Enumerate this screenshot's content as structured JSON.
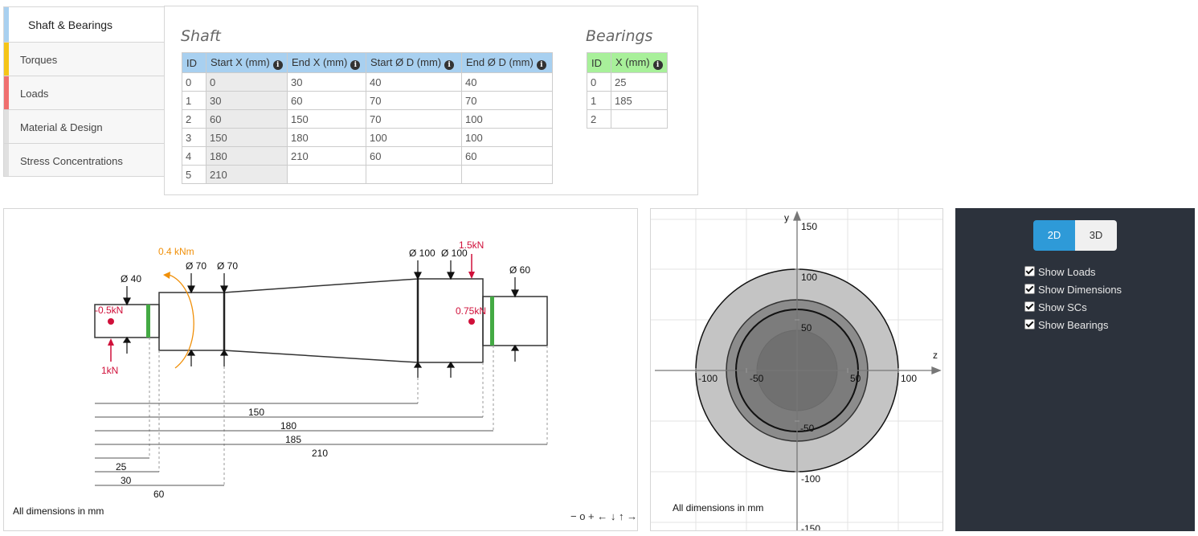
{
  "tabs": [
    {
      "label": "Shaft & Bearings",
      "color": "#a8d0f0",
      "active": true
    },
    {
      "label": "Torques",
      "color": "#f5c518",
      "active": false
    },
    {
      "label": "Loads",
      "color": "#f07070",
      "active": false
    },
    {
      "label": "Material & Design",
      "color": "#e0e0e0",
      "active": false
    },
    {
      "label": "Stress Concentrations",
      "color": "#e0e0e0",
      "active": false
    }
  ],
  "shaft": {
    "title": "Shaft",
    "headers": [
      "ID",
      "Start X (mm)",
      "End X (mm)",
      "Start Ø D (mm)",
      "End Ø D (mm)"
    ],
    "rows": [
      [
        "0",
        "0",
        "30",
        "40",
        "40"
      ],
      [
        "1",
        "30",
        "60",
        "70",
        "70"
      ],
      [
        "2",
        "60",
        "150",
        "70",
        "100"
      ],
      [
        "3",
        "150",
        "180",
        "100",
        "100"
      ],
      [
        "4",
        "180",
        "210",
        "60",
        "60"
      ],
      [
        "5",
        "210",
        "",
        "",
        ""
      ]
    ]
  },
  "bearings": {
    "title": "Bearings",
    "headers": [
      "ID",
      "X (mm)"
    ],
    "rows": [
      [
        "0",
        "25"
      ],
      [
        "1",
        "185"
      ],
      [
        "2",
        ""
      ]
    ]
  },
  "drawing": {
    "diameters": [
      "Ø 40",
      "Ø 70",
      "Ø 70",
      "Ø 100",
      "Ø 100",
      "Ø 60"
    ],
    "torque_label": "0.4 kNm",
    "loads": {
      "top_right": "1.5kN",
      "mid_left": "-0.5kN",
      "mid_right": "0.75kN",
      "bottom_left": "1kN"
    },
    "dims": [
      "150",
      "180",
      "185",
      "210",
      "25",
      "30",
      "60"
    ],
    "footer": "All dimensions in mm",
    "controls": "− o + ← ↓ ↑ →",
    "colors": {
      "load": "#d0103a",
      "torque": "#f0900a",
      "bearing": "#44aa44"
    }
  },
  "section": {
    "axis_y": "y",
    "axis_z": "z",
    "ticks_y": [
      "150",
      "100",
      "50",
      "-50",
      "-100",
      "-150"
    ],
    "ticks_z": [
      "-100",
      "-50",
      "50",
      "100"
    ],
    "footer": "All dimensions in mm"
  },
  "options": {
    "mode_2d": "2D",
    "mode_3d": "3D",
    "show_loads": "Show Loads",
    "show_dimensions": "Show Dimensions",
    "show_scs": "Show SCs",
    "show_bearings": "Show Bearings"
  }
}
